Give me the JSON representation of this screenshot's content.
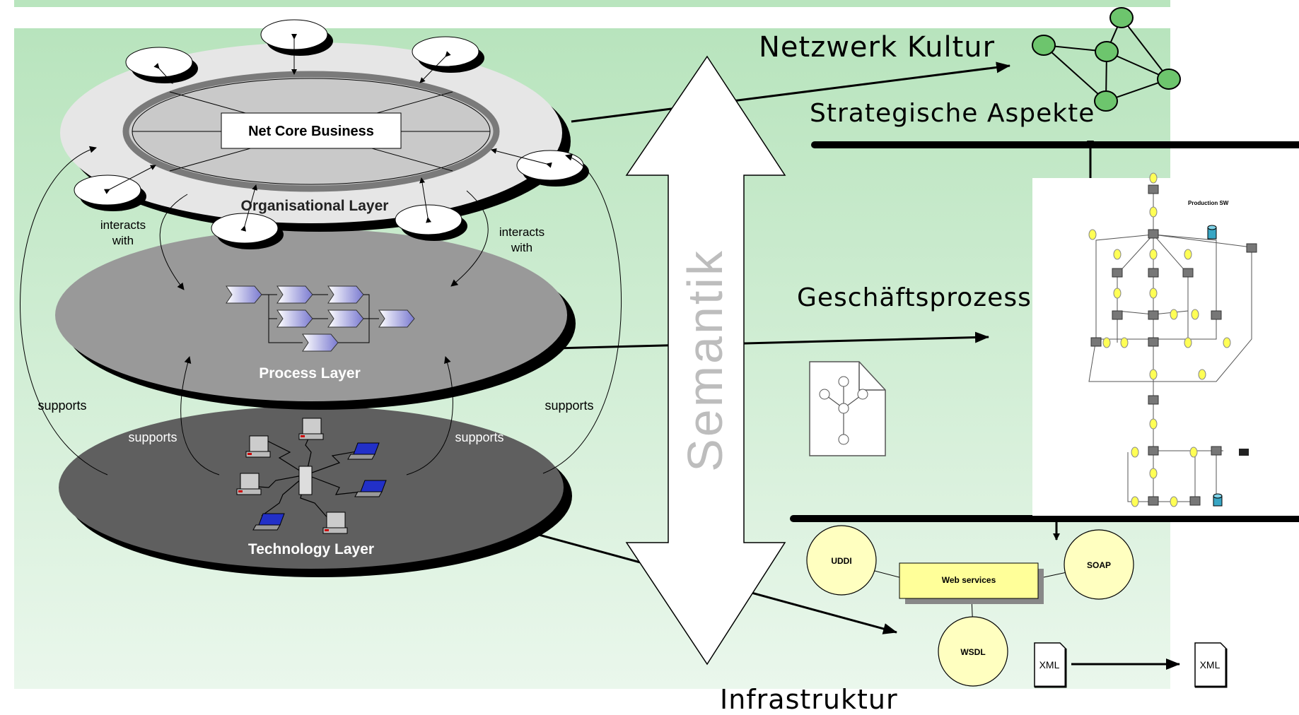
{
  "title_left": "Net Core Business",
  "layers": {
    "organisational": "Organisational Layer",
    "process": "Process Layer",
    "technology": "Technology Layer"
  },
  "relations": {
    "interacts_left": [
      "interacts",
      "with"
    ],
    "interacts_right": [
      "interacts",
      "with"
    ],
    "supports_outer_left": "supports",
    "supports_outer_right": "supports",
    "supports_inner_left": "supports",
    "supports_inner_right": "supports"
  },
  "semantik": "Semantik",
  "right_labels": {
    "netzwerk": "Netzwerk Kultur",
    "strategisch": "Strategische Aspekte",
    "geschaeft": "Geschäftsprozesse",
    "infrastruktur": "Infrastruktur"
  },
  "webservices": {
    "center": "Web services",
    "uddi": "UDDI",
    "soap": "SOAP",
    "wsdl": "WSDL",
    "xml_left": "XML",
    "xml_right": "XML"
  },
  "process_diagram": {
    "title": "Production SW"
  },
  "colors": {
    "background_green": "#bfe7c4",
    "org_layer": "#e6e6e6",
    "process_layer": "#999999",
    "tech_layer": "#5f5f5f",
    "ws_yellow": "#ffffc0",
    "node_green": "#6dc56d"
  }
}
